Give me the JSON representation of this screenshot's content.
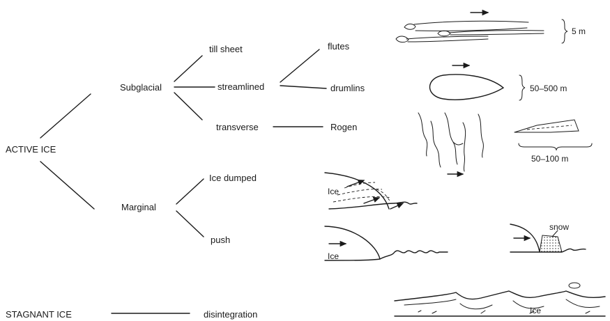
{
  "tree": {
    "active_ice": "ACTIVE ICE",
    "subglacial": "Subglacial",
    "marginal": "Marginal",
    "till_sheet": "till sheet",
    "streamlined": "streamlined",
    "transverse": "transverse",
    "ice_dumped": "Ice dumped",
    "push": "push",
    "flutes": "flutes",
    "drumlins": "drumlins",
    "rogen": "Rogen",
    "stagnant_ice": "STAGNANT ICE",
    "disintegration": "disintegration"
  },
  "sketches": {
    "flutes_scale": "5 m",
    "drumlin_scale": "50–500 m",
    "rogen_scale": "50–100 m",
    "ice_label_dumped": "Ice",
    "ice_label_push": "Ice",
    "snow_label": "snow",
    "ice_label_stagnant": "Ice"
  }
}
